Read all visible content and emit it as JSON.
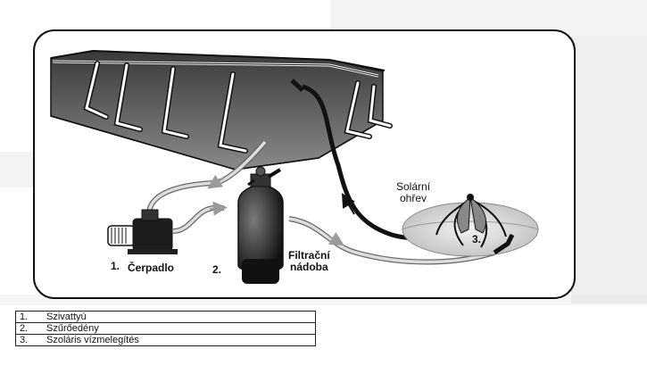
{
  "diagram": {
    "labels": {
      "pump_number": "1.",
      "pump": "Čerpadlo",
      "filter_number": "2.",
      "filter_line1": "Filtrační",
      "filter_line2": "nádoba",
      "solar_line1": "Solární",
      "solar_line2": "ohřev",
      "solar_number": "3."
    }
  },
  "legend": [
    {
      "number": "1.",
      "text": "Szivattyú"
    },
    {
      "number": "2.",
      "text": "Szűrőedény"
    },
    {
      "number": "3.",
      "text": "Szoláris vízmelegítés"
    }
  ]
}
